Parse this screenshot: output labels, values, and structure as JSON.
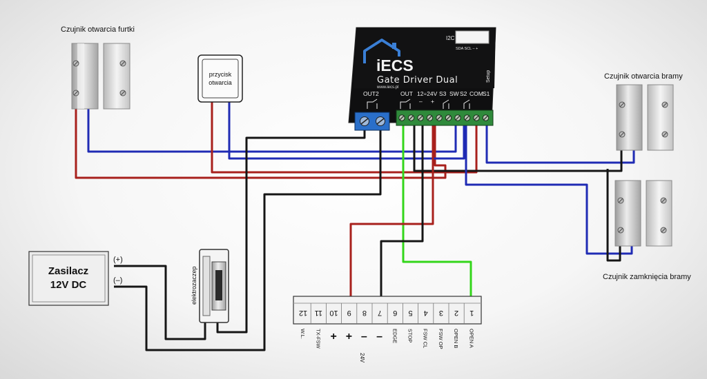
{
  "labels": {
    "wicket_sensor": "Czujnik otwarcia furtki",
    "button_line1": "przycisk",
    "button_line2": "otwarcia",
    "gate_open_sensor": "Czujnik otwarcia bramy",
    "gate_close_sensor": "Czujnik zamknięcia bramy",
    "power_line1": "Zasilacz",
    "power_line2": "12V DC",
    "power_plus": "(+)",
    "power_minus": "(–)",
    "electric_strike": "elektrozaczep"
  },
  "device": {
    "brand": "iECS",
    "model": "Gate Driver Dual",
    "website": "www.iecs.pl",
    "i2c_label": "I2C",
    "i2c_pins": "SDA SCL  –   +",
    "setup_label": "Setup",
    "term_out2": "OUT2",
    "term_out": "OUT",
    "term_power": "12÷24V",
    "term_minus": "–",
    "term_plus": "+",
    "term_s3": "S3",
    "term_sw": "SW",
    "term_s2": "S2",
    "term_com": "COM",
    "term_s1": "S1"
  },
  "terminal_block": {
    "numbers": [
      "12",
      "11",
      "10",
      "9",
      "8",
      "7",
      "6",
      "5",
      "4",
      "3",
      "2",
      "1"
    ],
    "functions": [
      "W.L.",
      "TX-FSW",
      "+",
      "+",
      "–",
      "–",
      "EDGE",
      "STOP",
      "FSW CL",
      "FSW OP",
      "OPEN B",
      "OPEN A"
    ],
    "voltage_label": "24V"
  },
  "colors": {
    "wire_blue": "#1f2bb4",
    "wire_red": "#a8201c",
    "wire_black": "#151515",
    "wire_green": "#33d61a",
    "device_body": "#0f0f10",
    "terminal_green": "#2f8a3b",
    "terminal_blue": "#2a6fc9"
  }
}
